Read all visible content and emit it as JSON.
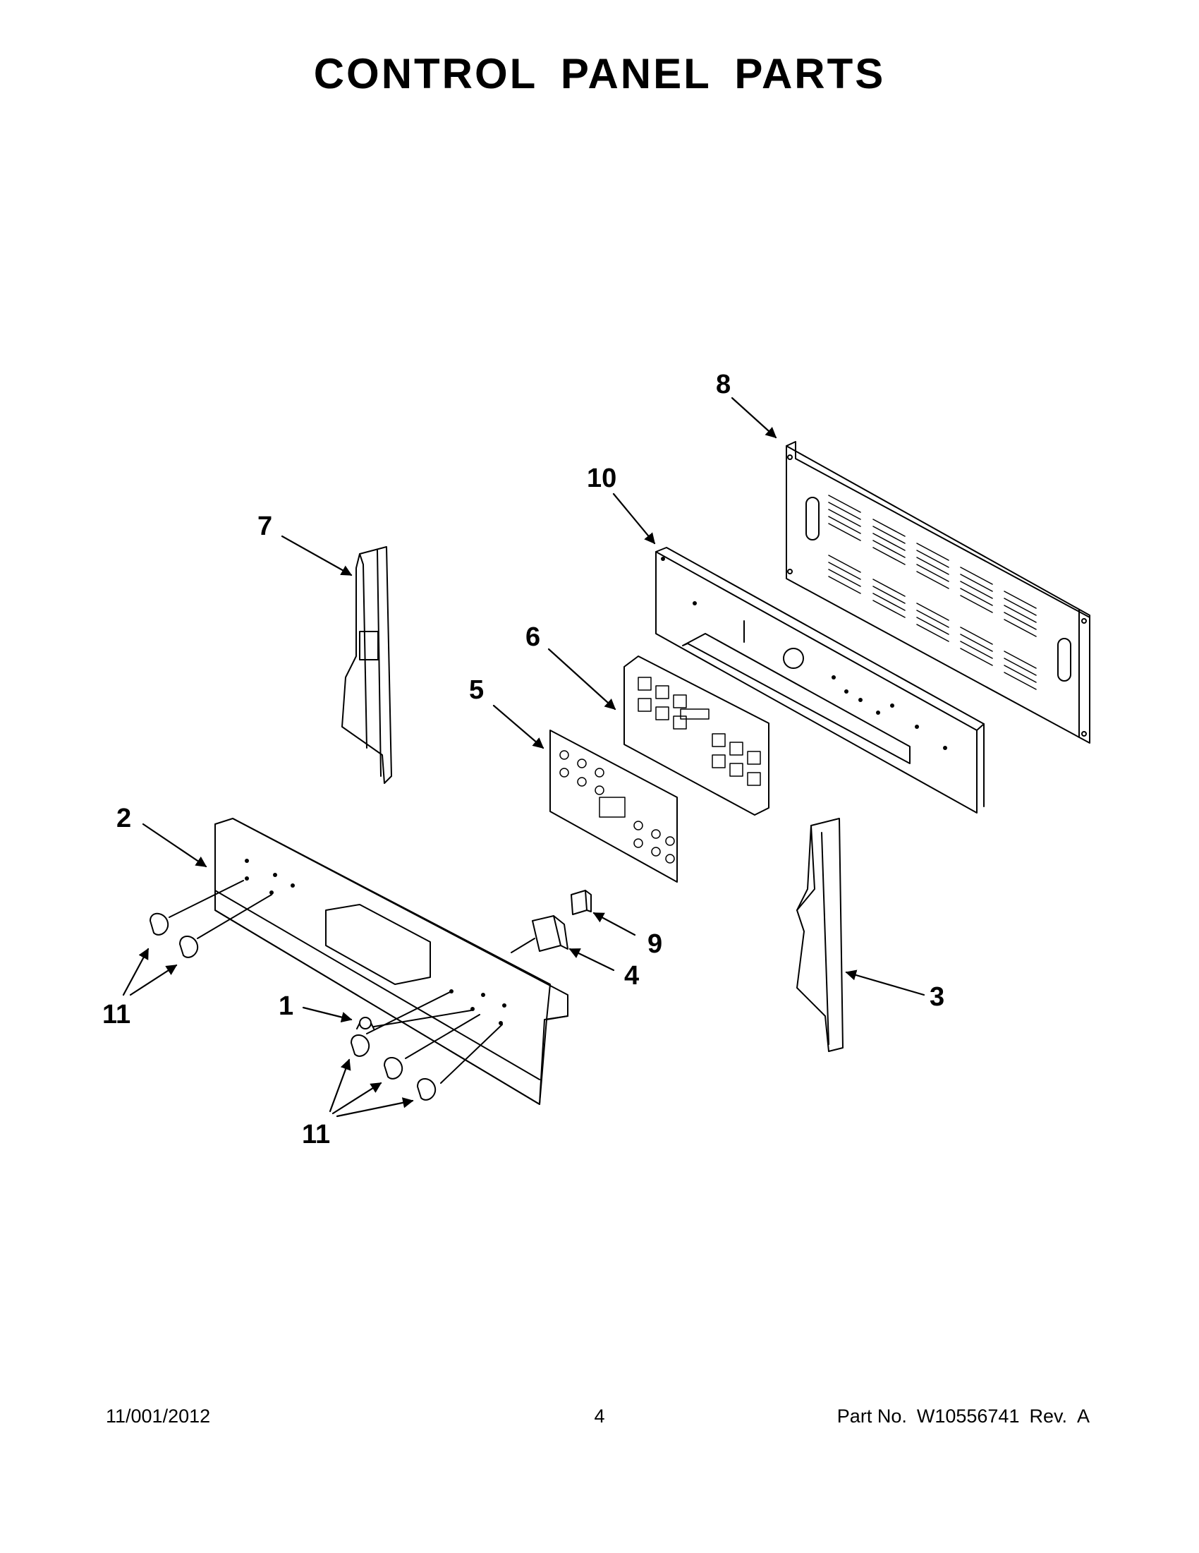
{
  "page": {
    "title": "CONTROL PANEL PARTS"
  },
  "callouts": {
    "c1": "1",
    "c2": "2",
    "c3": "3",
    "c4": "4",
    "c5": "5",
    "c6": "6",
    "c7": "7",
    "c8": "8",
    "c9": "9",
    "c10": "10",
    "c11a": "11",
    "c11b": "11"
  },
  "footer": {
    "date": "11/001/2012",
    "page_number": "4",
    "part_label": "Part No.",
    "part_number": "W10556741",
    "rev_label": "Rev.",
    "rev_value": "A"
  }
}
